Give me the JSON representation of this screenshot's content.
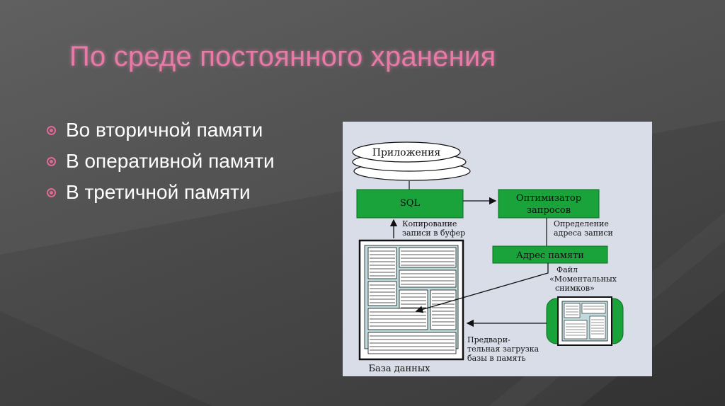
{
  "slide": {
    "title": "По среде постоянного хранения",
    "bullets": [
      "Во вторичной памяти",
      "В оперативной памяти",
      "В третичной памяти"
    ]
  },
  "diagram": {
    "applications_label": "Приложения",
    "sql_label": "SQL",
    "optimizer_line1": "Оптимизатор",
    "optimizer_line2": "запросов",
    "copy_line1": "Копирование",
    "copy_line2": "записи в буфер",
    "address_def_line1": "Определение",
    "address_def_line2": "адреса записи",
    "memory_address_label": "Адрес памяти",
    "snapshot_line1": "Файл",
    "snapshot_line2": "«Моментальных",
    "snapshot_line3": "снимков»",
    "preload_line1": "Предвари-",
    "preload_line2": "тельная загрузка",
    "preload_line3": "базы в память",
    "database_label": "База данных",
    "colors": {
      "green_box": "#1aa33a",
      "title_pink": "#e87aa8",
      "bullet_pink": "#e06a96",
      "diagram_bg": "#d9dde8"
    }
  }
}
